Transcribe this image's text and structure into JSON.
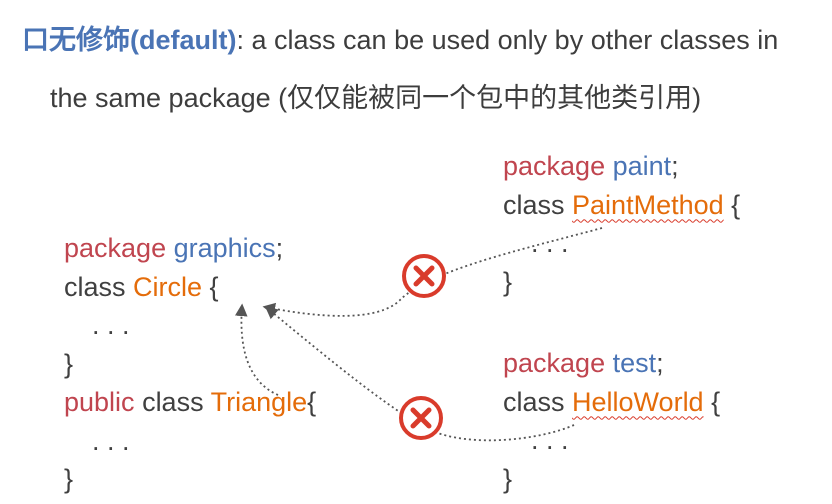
{
  "heading": {
    "bullet_term": "口无修饰(default)",
    "colon": ":",
    "line1_text": " a class can be used only by other classes in",
    "line2_text": "the same package (仅仅能被同一个包中的其他类引用)"
  },
  "graphics_file": {
    "package_keyword": "package",
    "package_name": "graphics",
    "semicolon": ";",
    "class1_keyword": "class",
    "class1_name": "Circle",
    "open_brace": " {",
    "body_ellipsis": ". . .",
    "close_brace": "}",
    "class2_modifier": "public",
    "class2_keyword": "class",
    "class2_name": "Triangle",
    "class2_open_brace": "{",
    "class2_body_ellipsis": ". . .",
    "class2_close_brace": "}"
  },
  "paint_file": {
    "package_keyword": "package",
    "package_name": "paint",
    "semicolon": ";",
    "class_keyword": "class",
    "class_name": "PaintMethod",
    "open_brace": " {",
    "body_ellipsis": ". . .",
    "close_brace": "}"
  },
  "test_file": {
    "package_keyword": "package",
    "package_name": "test",
    "semicolon": ";",
    "class_keyword": "class",
    "class_name": "HelloWorld",
    "open_brace": " {",
    "body_ellipsis": ". . .",
    "close_brace": "}"
  },
  "colors": {
    "keyword": "#c0454f",
    "package_name": "#4a74b5",
    "class_name": "#e46c0a",
    "plain_text": "#404040",
    "denied_marker": "#d93b2b",
    "arrow": "#555555"
  },
  "icons": {
    "denied_marker": "x-circle-icon"
  }
}
